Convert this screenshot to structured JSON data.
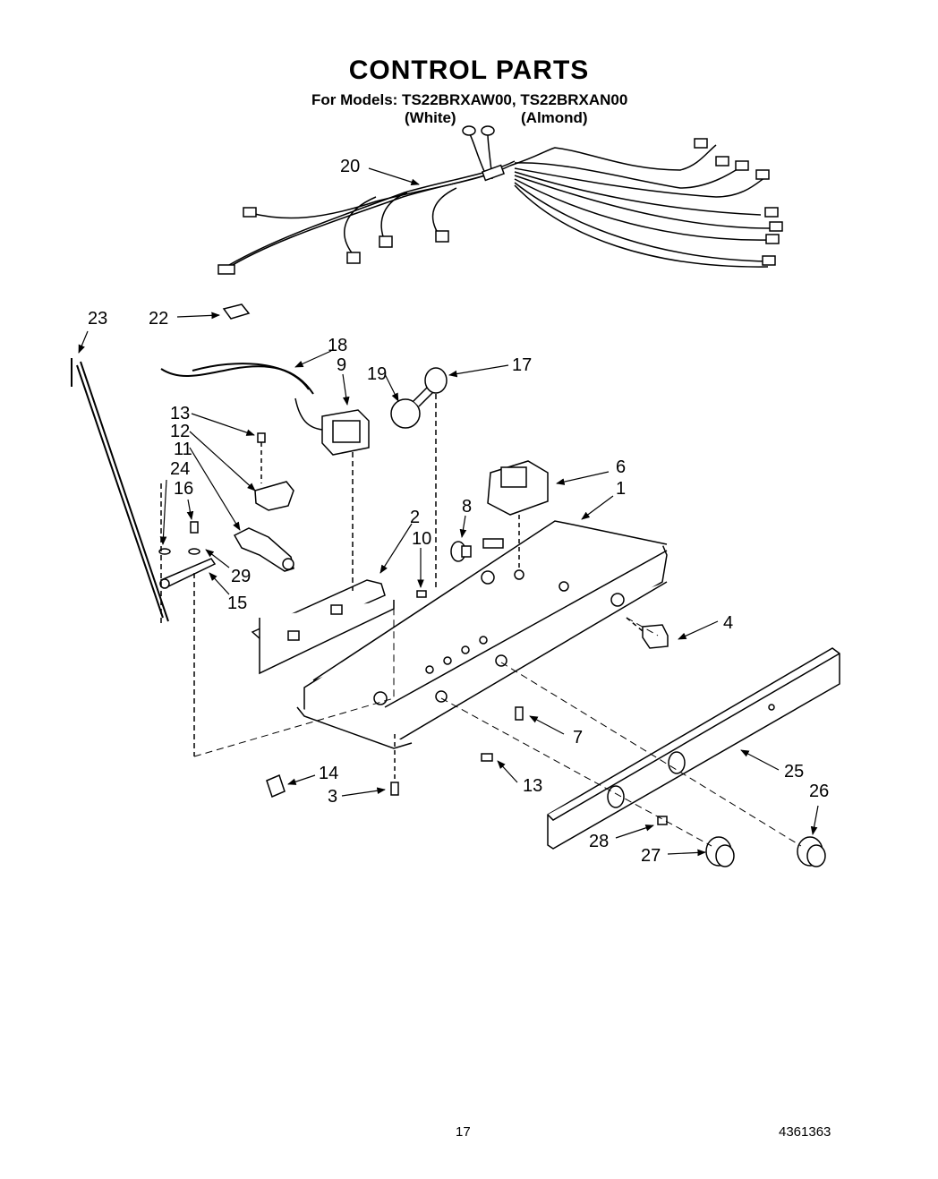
{
  "header": {
    "title": "CONTROL PARTS",
    "models_line": "For Models: TS22BRXAW00, TS22BRXAN00",
    "variant_white": "(White)",
    "variant_almond": "(Almond)"
  },
  "callouts": [
    "1",
    "2",
    "3",
    "4",
    "6",
    "7",
    "8",
    "9",
    "10",
    "11",
    "12",
    "13",
    "13",
    "14",
    "15",
    "16",
    "17",
    "18",
    "19",
    "20",
    "22",
    "23",
    "24",
    "25",
    "26",
    "27",
    "28",
    "29"
  ],
  "footer": {
    "page_number": "17",
    "doc_number": "4361363"
  }
}
